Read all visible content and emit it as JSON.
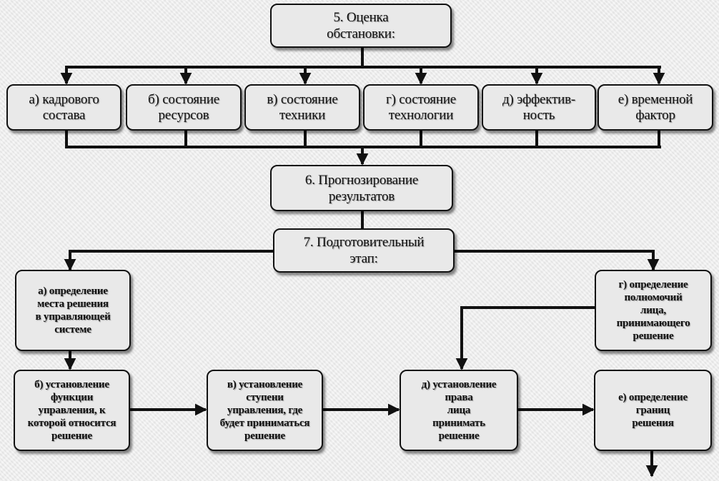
{
  "step5": {
    "title": "5. Оценка\nобстановки:"
  },
  "factors": [
    {
      "label": "а) кадрового\nсостава"
    },
    {
      "label": "б) состояние\nресурсов"
    },
    {
      "label": "в) состояние\nтехники"
    },
    {
      "label": "г) состояние\nтехнологии"
    },
    {
      "label": "д) эффектив-\nность"
    },
    {
      "label": "е) временной\nфактор"
    }
  ],
  "step6": {
    "title": "6. Прогнозирование\nрезультатов"
  },
  "step7": {
    "title": "7. Подготовительный\nэтап:"
  },
  "prep": {
    "a": "а) определение\nместа решения\nв управляющей\nсистеме",
    "b": "б) установление\nфункции\nуправления, к\nкоторой относится\nрешение",
    "v": "в) установление\nступени\nуправления, где\nбудет приниматься\nрешение",
    "g": "г) определение\nполномочий\nлица,\nпринимающего\nрешение",
    "d": "д) установление\nправа\nлица\nпринимать\nрешение",
    "e": "е) определение\nграниц\nрешения"
  }
}
